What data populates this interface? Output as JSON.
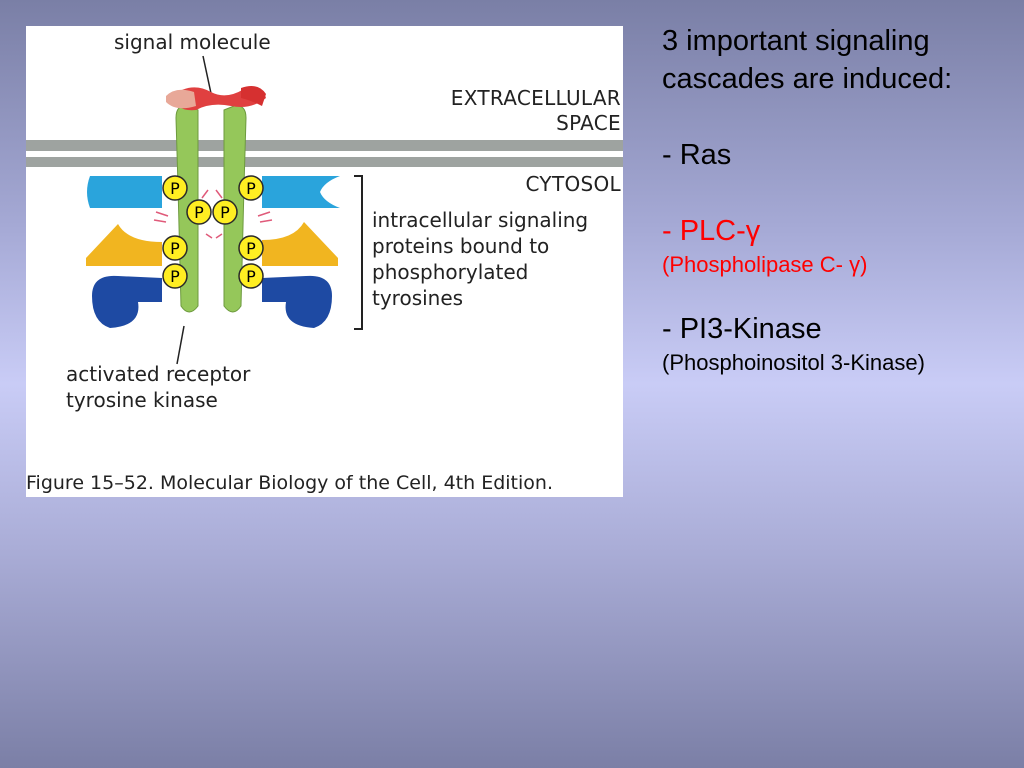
{
  "slide": {
    "heading_line1": "3 important signaling",
    "heading_line2": "cascades are induced:",
    "item1": "- Ras",
    "item2": "- PLC-γ",
    "item2_detail": "(Phospholipase C- γ)",
    "item3": "- PI3-Kinase",
    "item3_detail": "(Phosphoinositol 3-Kinase)",
    "colors": {
      "highlight": "#ff0000",
      "text": "#000000"
    }
  },
  "figure": {
    "signal_molecule": "signal molecule",
    "extracellular_line1": "EXTRACELLULAR",
    "extracellular_line2": "SPACE",
    "cytosol": "CYTOSOL",
    "intracellular_line1": "intracellular signaling",
    "intracellular_line2": "proteins bound to",
    "intracellular_line3": "phosphorylated",
    "intracellular_line4": "tyrosines",
    "activated_line1": "activated receptor",
    "activated_line2": "tyrosine kinase",
    "phospho_label": "P",
    "caption": "Figure 15–52. Molecular Biology of the Cell, 4th Edition."
  }
}
